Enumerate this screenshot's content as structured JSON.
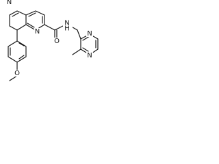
{
  "diagram": {
    "type": "chemical-structure",
    "atom_labels": {
      "n_top": "N",
      "n_left": "N",
      "o_amide": "O",
      "nh": "N",
      "h": "H",
      "n_pyrazine_top": "N",
      "n_pyrazine_bottom": "N",
      "o_methoxy": "O"
    }
  }
}
